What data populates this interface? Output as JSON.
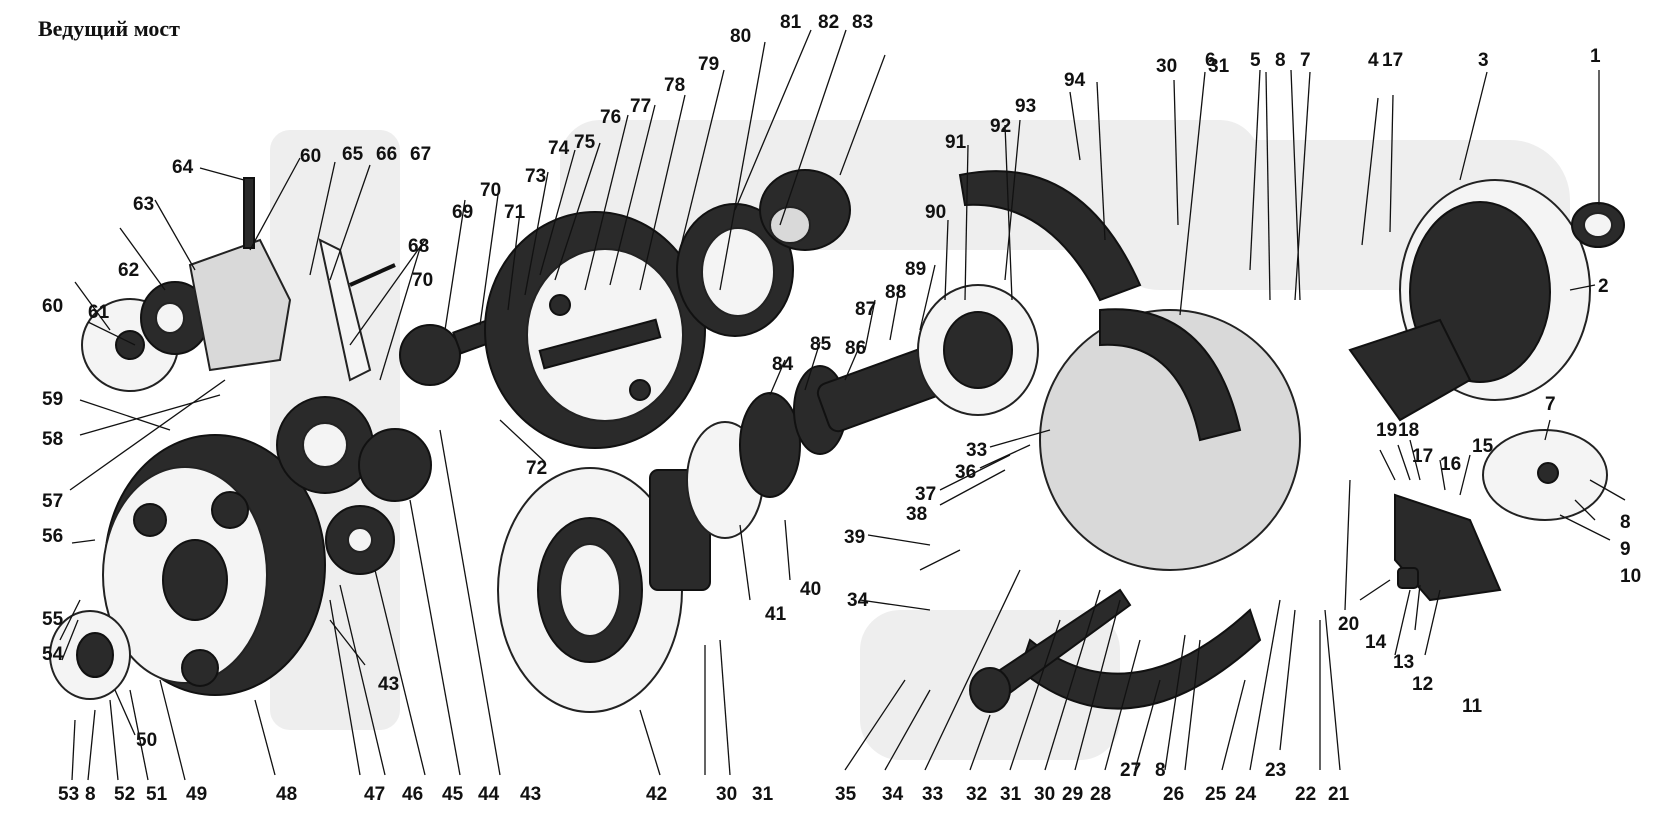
{
  "title": "Ведущий мост",
  "labels": {
    "l1": "1",
    "l2": "2",
    "l3": "3",
    "l4": "4",
    "l5": "5",
    "l6": "6",
    "l7a": "7",
    "l7b": "7",
    "l8a": "8",
    "l8b": "8",
    "l8c": "8",
    "l8d": "8",
    "l9": "9",
    "l10": "10",
    "l11": "11",
    "l12": "12",
    "l13": "13",
    "l14": "14",
    "l15": "15",
    "l16": "16",
    "l17a": "17",
    "l17b": "17",
    "l18": "18",
    "l19": "19",
    "l20": "20",
    "l21": "21",
    "l22": "22",
    "l23": "23",
    "l24": "24",
    "l25": "25",
    "l26": "26",
    "l27": "27",
    "l28": "28",
    "l29": "29",
    "l30a": "30",
    "l30b": "30",
    "l30c": "30",
    "l31a": "31",
    "l31b": "31",
    "l31c": "31",
    "l32": "32",
    "l33a": "33",
    "l33b": "33",
    "l34a": "34",
    "l34b": "34",
    "l35": "35",
    "l36": "36",
    "l37": "37",
    "l38": "38",
    "l39": "39",
    "l40": "40",
    "l41": "41",
    "l42": "42",
    "l43a": "43",
    "l43b": "43",
    "l44": "44",
    "l45": "45",
    "l46": "46",
    "l47": "47",
    "l48": "48",
    "l49": "49",
    "l50": "50",
    "l51": "51",
    "l52": "52",
    "l53": "53",
    "l54": "54",
    "l55": "55",
    "l56": "56",
    "l57": "57",
    "l58": "58",
    "l59": "59",
    "l60a": "60",
    "l60b": "60",
    "l61": "61",
    "l62": "62",
    "l63": "63",
    "l64": "64",
    "l65": "65",
    "l66": "66",
    "l67": "67",
    "l68": "68",
    "l69": "69",
    "l70a": "70",
    "l70b": "70",
    "l71": "71",
    "l72": "72",
    "l73": "73",
    "l74": "74",
    "l75": "75",
    "l76": "76",
    "l77": "77",
    "l78": "78",
    "l79": "79",
    "l80": "80",
    "l81": "81",
    "l82": "82",
    "l83": "83",
    "l84": "84",
    "l85": "85",
    "l86": "86",
    "l87": "87",
    "l88": "88",
    "l89": "89",
    "l90": "90",
    "l91": "91",
    "l92": "92",
    "l93": "93",
    "l94": "94"
  }
}
